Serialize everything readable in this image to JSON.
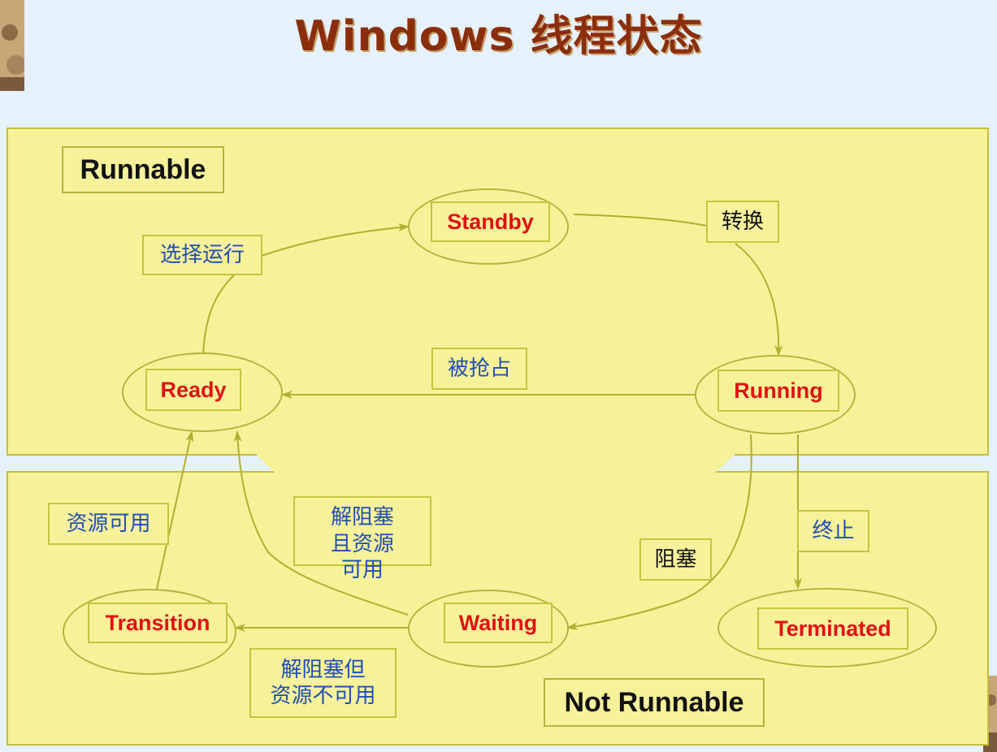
{
  "slide": {
    "title": "Windows 线程状态"
  },
  "regions": {
    "runnable": "Runnable",
    "not_runnable": "Not Runnable"
  },
  "states": {
    "standby": "Standby",
    "ready": "Ready",
    "running": "Running",
    "waiting": "Waiting",
    "transition": "Transition",
    "terminated": "Terminated"
  },
  "edges": {
    "select_run": "选择运行",
    "switch": "转换",
    "preempted": "被抢占",
    "blocked": "阻塞",
    "terminate": "终止",
    "resource_available": "资源可用",
    "unblock_line1": "解阻塞",
    "unblock_line2": "且资源",
    "unblock_line3": "可用",
    "unblock_no_res_line1": "解阻塞但",
    "unblock_no_res_line2": "资源不可用"
  },
  "colors": {
    "panel_fill": "#f7f29a",
    "border": "#c2bf3a",
    "state_text": "#e11212",
    "title": "#8a2e0c",
    "label_blue": "#1f4fb4"
  }
}
